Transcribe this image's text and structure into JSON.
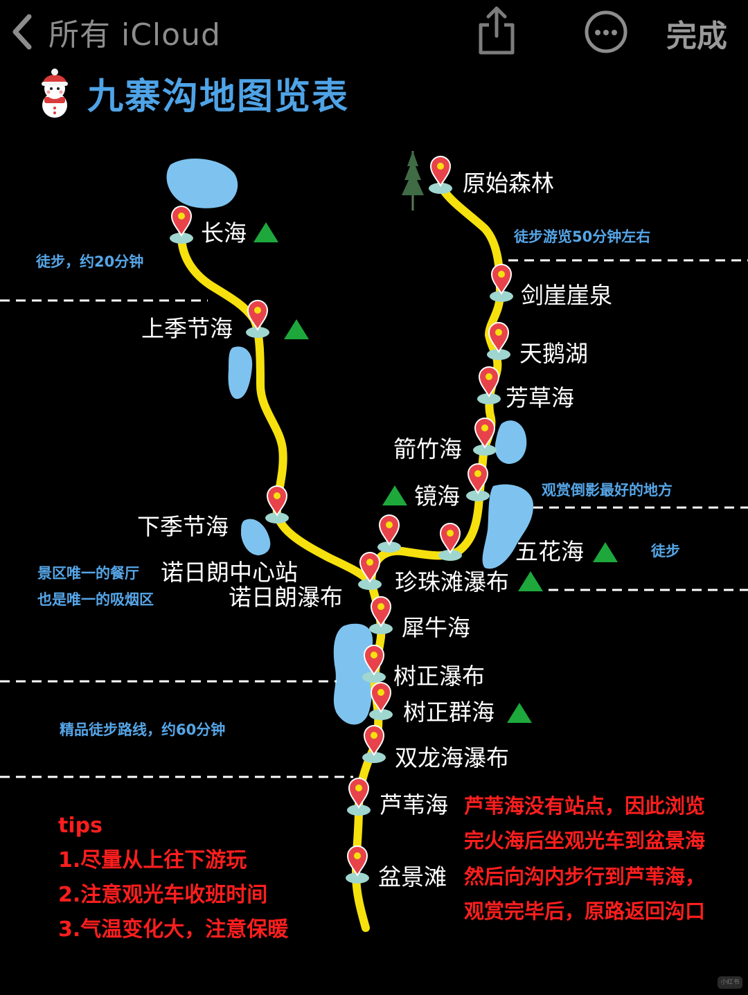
{
  "nav": {
    "back_label": "所有 iCloud",
    "done_label": "完成",
    "icons": [
      "chevron-left-icon",
      "share-icon",
      "more-icon"
    ]
  },
  "title": "九寨沟地图览表",
  "spots": {
    "yuanshi": "原始森林",
    "changhai": "长海",
    "jianya": "剑崖崖泉",
    "shangji": "上季节海",
    "tiane": "天鹅湖",
    "fangcao": "芳草海",
    "jianzhu": "箭竹海",
    "jinghai": "镜海",
    "xiaji": "下季节海",
    "wuhua": "五花海",
    "nuorilang_center": "诺日朗中心站",
    "zhenzhu": "珍珠滩瀑布",
    "nuorilang_fall": "诺日朗瀑布",
    "xiniu": "犀牛海",
    "shuzheng_fall": "树正瀑布",
    "shuzheng_qun": "树正群海",
    "shuanglong": "双龙海瀑布",
    "luwei": "芦苇海",
    "penjing": "盆景滩"
  },
  "notes": {
    "walk20": "徒步，约20分钟",
    "walk50": "徒步游览50分钟左右",
    "reflection": "观赏倒影最好的地方",
    "walk": "徒步",
    "restaurant": "景区唯一的餐厅",
    "smoking": "也是唯一的吸烟区",
    "walk60": "精品徒步路线，约60分钟"
  },
  "tips": {
    "heading": "tips",
    "items": [
      "1.尽量从上往下游玩",
      "2.注意观光车收班时间",
      "3.气温变化大，注意保暖"
    ]
  },
  "luwei_note": [
    "芦苇海没有站点，因此浏览",
    "完火海后坐观光车到盆景海",
    "然后向沟内步行到芦苇海，",
    "观赏完毕后，原路返回沟口"
  ],
  "watermark": "小红书",
  "colors": {
    "route": "#f6e10f",
    "lake": "#7ec3ef",
    "pin": "#e8434a",
    "title": "#4fa3e6",
    "note": "#56a6e8",
    "red_text": "#ff1e1e",
    "triangle": "#1ea83c"
  }
}
